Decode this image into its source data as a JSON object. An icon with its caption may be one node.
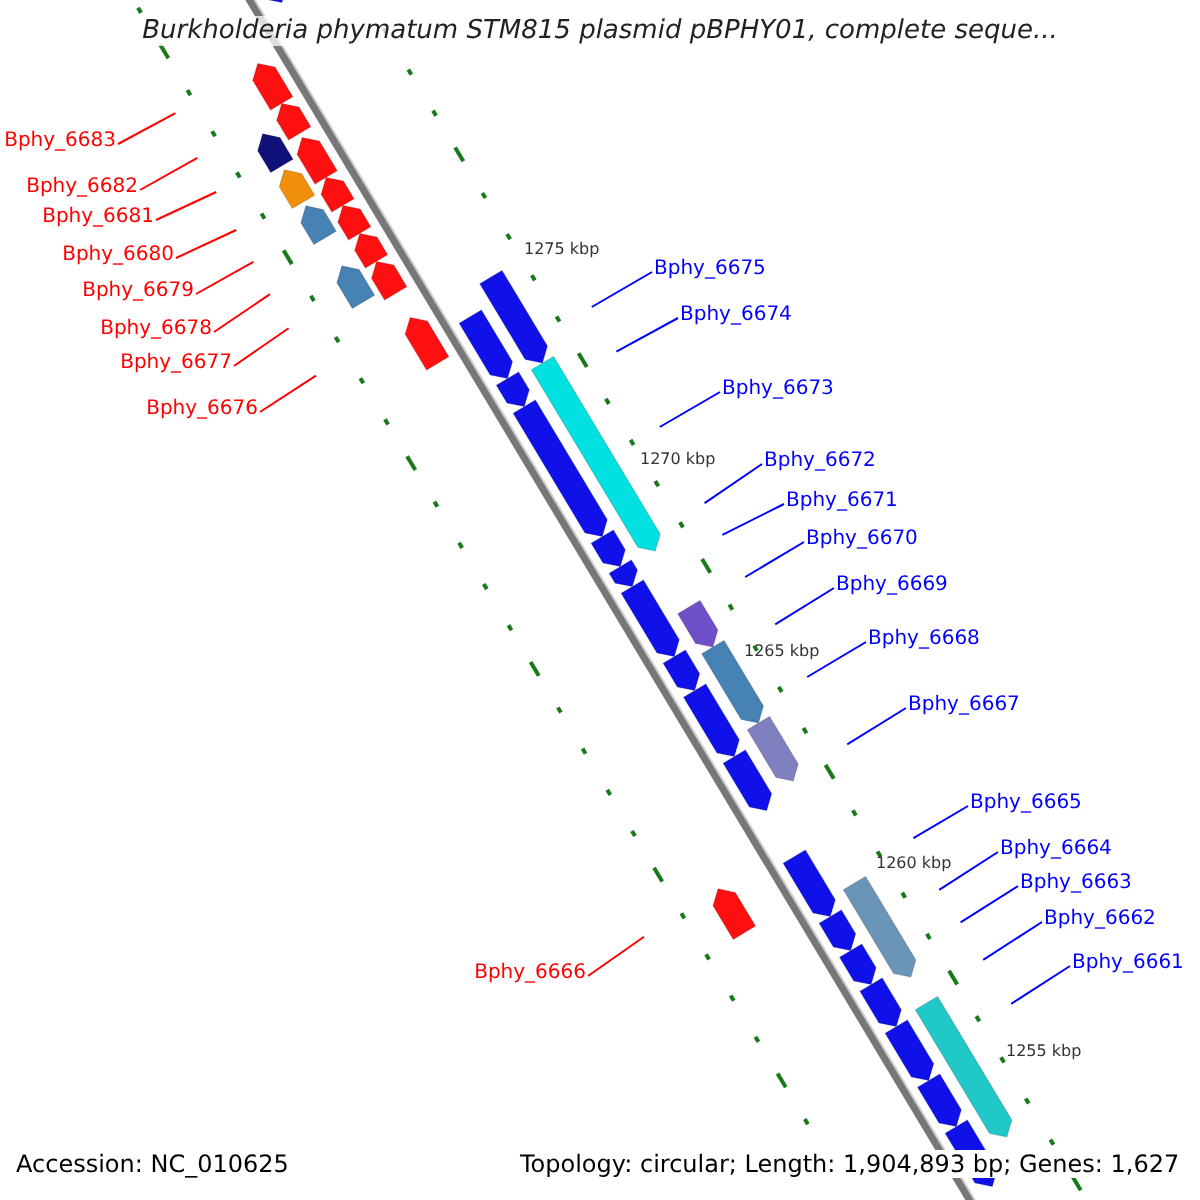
{
  "diagram": {
    "title": "Burkholderia phymatum STM815 plasmid pBPHY01, complete seque...",
    "nodes": [
      {
        "text": [
          "Bphy_6683"
        ]
      },
      {
        "text": [
          "Bphy_6682"
        ]
      },
      {
        "text": [
          "Bphy_6681"
        ]
      },
      {
        "text": [
          "Bphy_6680"
        ]
      },
      {
        "text": [
          "Bphy_6679"
        ]
      },
      {
        "text": [
          "Bphy_6678"
        ]
      },
      {
        "text": [
          "Bphy_6677"
        ]
      },
      {
        "text": [
          "Bphy_6676"
        ]
      },
      {
        "text": [
          "Bphy_6666"
        ]
      },
      {
        "text": [
          "Bphy_6675"
        ]
      },
      {
        "text": [
          "Bphy_6674"
        ]
      },
      {
        "text": [
          "Bphy_6673"
        ]
      },
      {
        "text": [
          "Bphy_6672"
        ]
      },
      {
        "text": [
          "Bphy_6671"
        ]
      },
      {
        "text": [
          "Bphy_6670"
        ]
      },
      {
        "text": [
          "Bphy_6669"
        ]
      },
      {
        "text": [
          "Bphy_6668"
        ]
      },
      {
        "text": [
          "Bphy_6667"
        ]
      },
      {
        "text": [
          "Bphy_6665"
        ]
      },
      {
        "text": [
          "Bphy_6664"
        ]
      },
      {
        "text": [
          "Bphy_6663"
        ]
      },
      {
        "text": [
          "Bphy_6662"
        ]
      },
      {
        "text": [
          "Bphy_6661"
        ]
      }
    ],
    "edges": [
      {
        "from": 0,
        "to": null,
        "arrow": "none",
        "color": "#ff0000"
      },
      {
        "from": 1,
        "to": null,
        "arrow": "none",
        "color": "#ff0000"
      },
      {
        "from": 2,
        "to": null,
        "arrow": "none",
        "color": "#ff0000"
      },
      {
        "from": 3,
        "to": null,
        "arrow": "none",
        "color": "#ff0000"
      },
      {
        "from": 4,
        "to": null,
        "arrow": "none",
        "color": "#ff0000"
      },
      {
        "from": 5,
        "to": null,
        "arrow": "none",
        "color": "#ff0000"
      },
      {
        "from": 6,
        "to": null,
        "arrow": "none",
        "color": "#ff0000"
      },
      {
        "from": 7,
        "to": null,
        "arrow": "none",
        "color": "#ff0000"
      },
      {
        "from": 8,
        "to": null,
        "arrow": "none",
        "color": "#ff0000"
      },
      {
        "from": 9,
        "to": null,
        "arrow": "none"
      },
      {
        "from": 10,
        "to": null,
        "arrow": "none"
      },
      {
        "from": 11,
        "to": null,
        "arrow": "none"
      },
      {
        "from": 12,
        "to": null,
        "arrow": "none"
      },
      {
        "from": 13,
        "to": null,
        "arrow": "none"
      },
      {
        "from": 14,
        "to": null,
        "arrow": "none"
      },
      {
        "from": 15,
        "to": null,
        "arrow": "none"
      },
      {
        "from": 16,
        "to": null,
        "arrow": "none"
      },
      {
        "from": 17,
        "to": null,
        "arrow": "none"
      },
      {
        "from": 18,
        "to": null,
        "arrow": "none"
      },
      {
        "from": 19,
        "to": null,
        "arrow": "none"
      },
      {
        "from": 20,
        "to": null,
        "arrow": "none"
      },
      {
        "from": 21,
        "to": null,
        "arrow": "none"
      },
      {
        "from": 22,
        "to": null,
        "arrow": "none"
      }
    ],
    "labels": [
      "1275 kbp",
      "1270 kbp",
      "1265 kbp",
      "1260 kbp",
      "1255 kbp",
      "Accession: NC_010625",
      "Topology: circular; Length: 1,904,893 bp; Genes: 1,627"
    ]
  }
}
